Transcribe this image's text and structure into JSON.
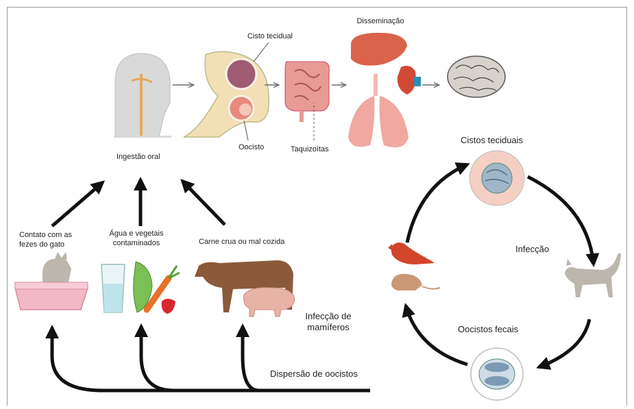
{
  "labels": {
    "cisto_tecidual": "Cisto tecidual",
    "disseminacao": "Disseminação",
    "oocisto": "Oocisto",
    "taquizoitas": "Taquizoítas",
    "ingestao_oral": "Ingestão oral",
    "contato_fezes": "Contato com as fezes do gato",
    "agua_vegetais": "Água e vegetais contaminados",
    "carne_crua": "Carne crua ou mal cozida",
    "infeccao_mamiferos": "Infecção de mamíferos",
    "dispersao_oocistos": "Dispersão de oocistos",
    "cistos_teciduais": "Cistos teciduais",
    "infeccao": "Infecção",
    "oocistos_fecais": "Oocistos fecais"
  },
  "colors": {
    "arrow": "#111111",
    "grey_arrow": "#6d6d6d",
    "organ_pink": "#e89a94",
    "liver": "#d9634b",
    "brain": "#d7d2cc",
    "head": "#d9d9d9",
    "cow": "#8a5a3b",
    "pig": "#e7b3a6",
    "litter_box": "#f2b8c6",
    "cat": "#bdb6ad",
    "cardinal": "#d2452a",
    "mouse": "#c99874"
  }
}
